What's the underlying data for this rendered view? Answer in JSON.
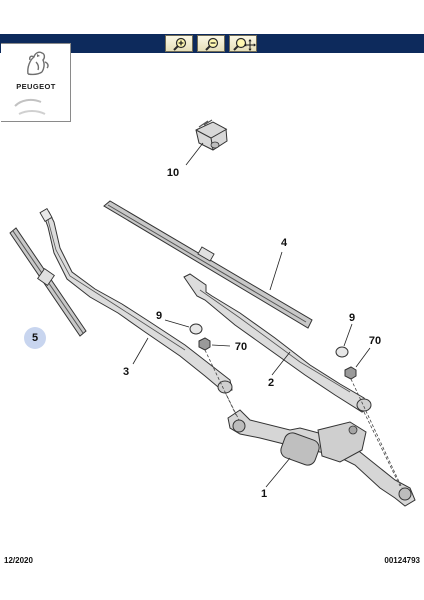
{
  "toolbar": {
    "buttons": [
      {
        "name": "zoom-in",
        "icon": "magnifier-plus-icon"
      },
      {
        "name": "zoom-out",
        "icon": "magnifier-minus-icon"
      },
      {
        "name": "zoom-pan",
        "icon": "magnifier-move-icon"
      }
    ]
  },
  "brand": {
    "name": "PEUGEOT"
  },
  "parts": [
    {
      "ref": "10",
      "description": "",
      "highlighted": false
    },
    {
      "ref": "4",
      "description": "",
      "highlighted": false
    },
    {
      "ref": "5",
      "description": "",
      "highlighted": true
    },
    {
      "ref": "9",
      "description": "",
      "highlighted": false
    },
    {
      "ref": "70",
      "description": "",
      "highlighted": false
    },
    {
      "ref": "3",
      "description": "",
      "highlighted": false
    },
    {
      "ref": "2",
      "description": "",
      "highlighted": false
    },
    {
      "ref": "1",
      "description": "",
      "highlighted": false
    }
  ],
  "footer": {
    "date": "12/2020",
    "ref": "00124793"
  },
  "colors": {
    "toolbar": "#0d2a5c",
    "highlight": "#c8d5ef",
    "line": "#333333"
  }
}
